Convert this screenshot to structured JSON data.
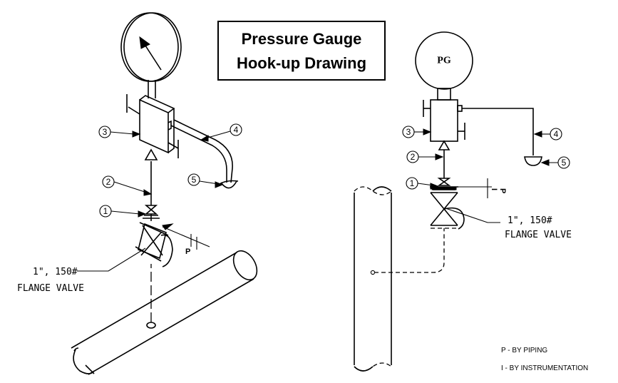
{
  "title": {
    "line1": "Pressure Gauge",
    "line2": "Hook-up Drawing"
  },
  "left_view": {
    "callouts": [
      "1",
      "2",
      "3",
      "4",
      "5"
    ],
    "valve_note": {
      "line1": "1\", 150#",
      "line2": "FLANGE VALVE"
    },
    "piping_mark": "P"
  },
  "right_view": {
    "gauge_label": "PG",
    "callouts": [
      "1",
      "2",
      "3",
      "4",
      "5"
    ],
    "valve_note": {
      "line1": "1\", 150#",
      "line2": "FLANGE VALVE"
    },
    "marks": [
      "I",
      "P"
    ]
  },
  "legend": [
    "P - BY PIPING",
    "I - BY INSTRUMENTATION"
  ]
}
